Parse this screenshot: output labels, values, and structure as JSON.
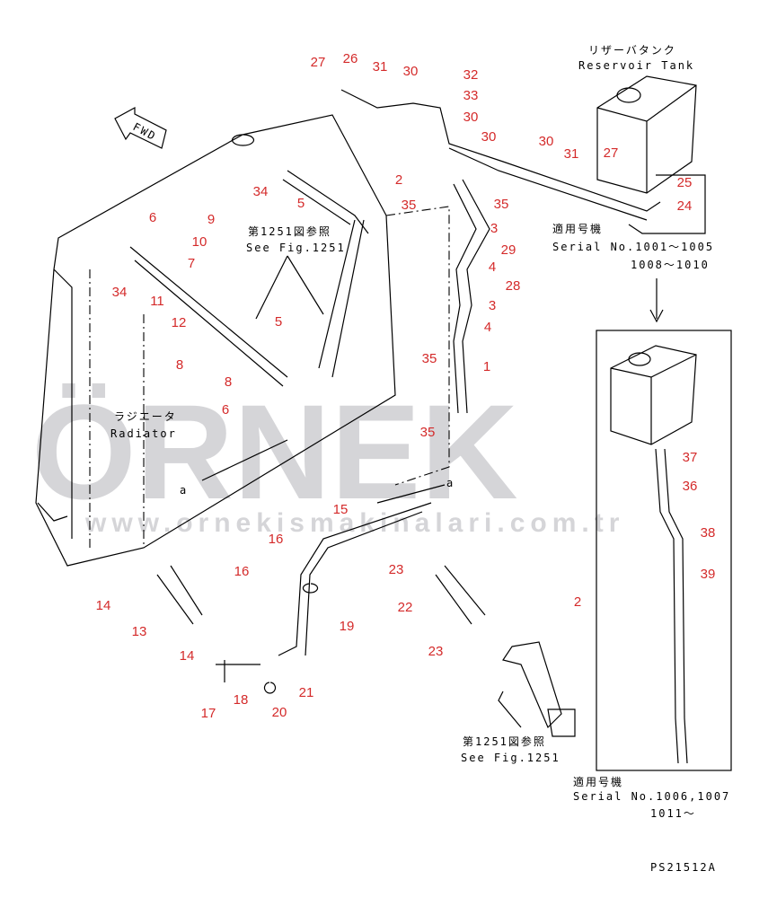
{
  "drawing_id": "PS21512A",
  "watermark": {
    "brand": "ÖRNEK",
    "url": "www.ornekismakinalari.com.tr"
  },
  "reservoir_tank": {
    "label_jp": "リザーバタンク",
    "label_en": "Reservoir Tank"
  },
  "radiator": {
    "label_jp": "ラジエータ",
    "label_en": "Radiator"
  },
  "fwd_label": "FWD",
  "section_marks": [
    "a",
    "a"
  ],
  "see_fig": [
    {
      "jp": "第1251図参照",
      "en": "See Fig.1251"
    },
    {
      "jp": "第1251図参照",
      "en": "See Fig.1251"
    }
  ],
  "serial_notes": [
    {
      "jp": "適用号機",
      "line1": "Serial No.1001～1005",
      "line2": "1008～1010"
    },
    {
      "jp": "適用号機",
      "line1": "Serial No.1006,1007",
      "line2": "1011～"
    }
  ],
  "callouts": [
    "27",
    "26",
    "31",
    "30",
    "32",
    "33",
    "30",
    "30",
    "30",
    "31",
    "27",
    "25",
    "24",
    "2",
    "35",
    "35",
    "3",
    "29",
    "4",
    "28",
    "3",
    "4",
    "1",
    "35",
    "35",
    "34",
    "5",
    "6",
    "9",
    "10",
    "7",
    "34",
    "11",
    "12",
    "5",
    "8",
    "8",
    "6",
    "15",
    "16",
    "16",
    "14",
    "13",
    "14",
    "23",
    "22",
    "23",
    "2",
    "19",
    "18",
    "17",
    "20",
    "21",
    "37",
    "36",
    "38",
    "39"
  ],
  "colors": {
    "callout": "#d42a2a",
    "line": "#000000",
    "watermark": "#c8c8cc"
  }
}
